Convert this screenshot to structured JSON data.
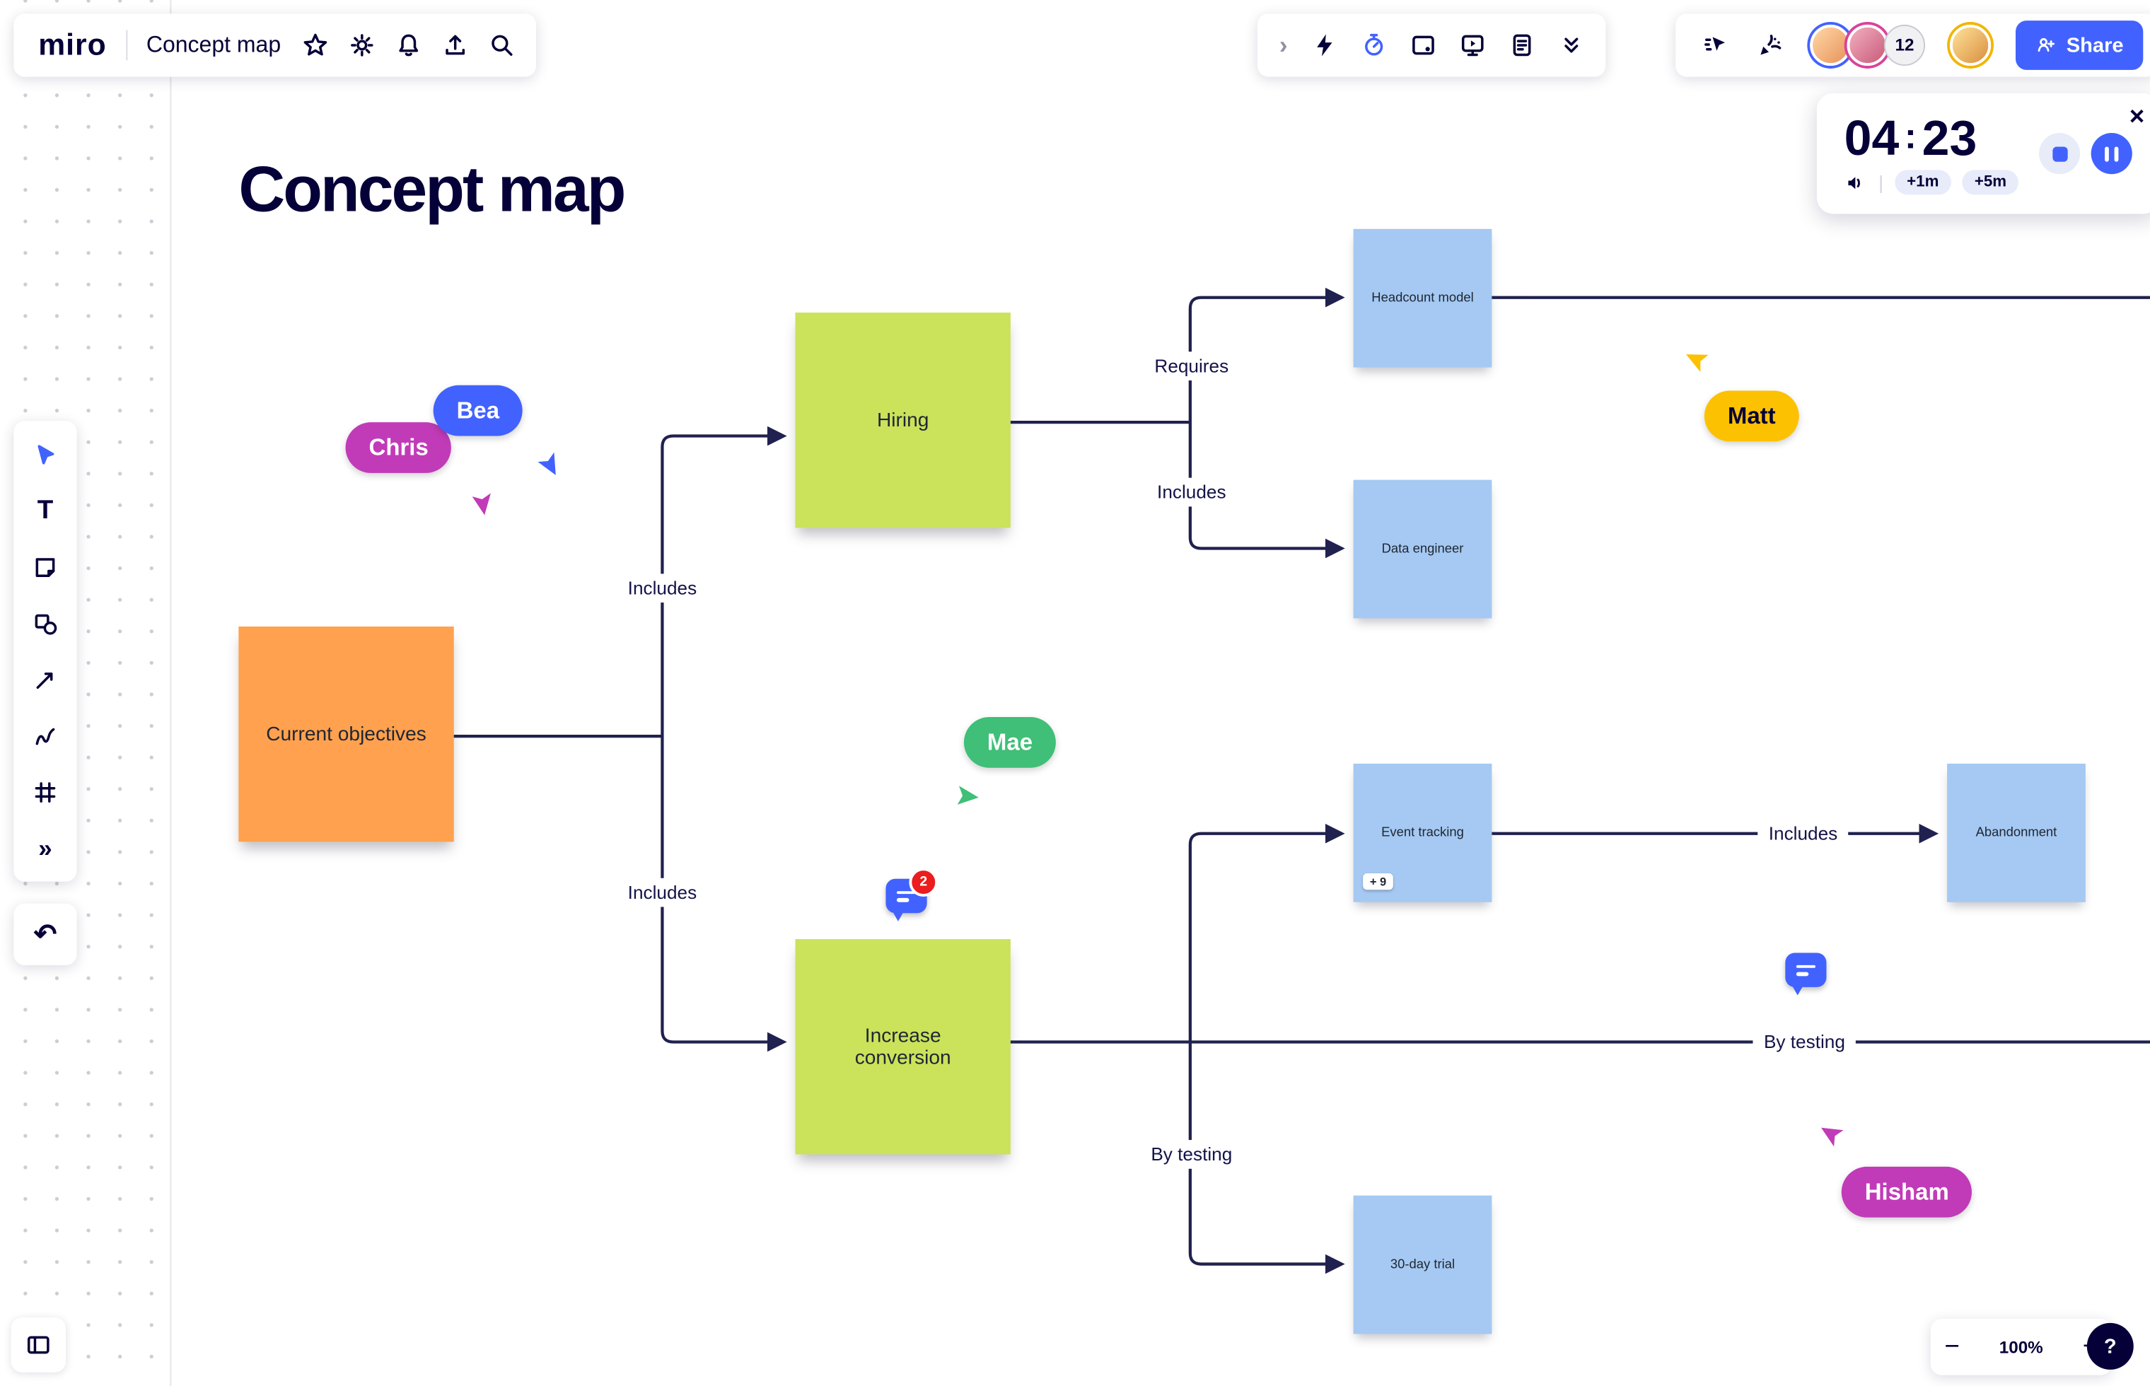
{
  "colors": {
    "accent_blue": "#4262FF",
    "navy": "#050038",
    "sticky_orange": "#FFA14E",
    "sticky_green": "#CBE25B",
    "card_blue": "#A5C9F2",
    "pill_magenta": "#C13BB8",
    "pill_yellow": "#FCC100",
    "pill_green": "#3FBF77",
    "badge_red": "#EB1D1D",
    "connector": "#20214F"
  },
  "icons": {
    "collapse": "›",
    "text_tool": "T",
    "more_tools": "»",
    "undo": "↶",
    "close": "×",
    "zoom_out": "−",
    "zoom_in": "+",
    "help": "?",
    "divider": "|"
  },
  "header": {
    "logo": "miro",
    "board_title": "Concept map"
  },
  "presence": {
    "count": "12",
    "share_label": "Share"
  },
  "timer": {
    "minutes": "04",
    "colon": ":",
    "seconds": "23",
    "add_one_label": "+1m",
    "add_five_label": "+5m"
  },
  "zoom": {
    "value": "100%"
  },
  "canvas": {
    "frame_title": "Concept map",
    "nodes": [
      {
        "id": "current-objectives",
        "text": "Current objectives"
      },
      {
        "id": "hiring",
        "text": "Hiring"
      },
      {
        "id": "increase-conversion",
        "text": "Increase conversion"
      },
      {
        "id": "headcount-model",
        "text": "Headcount model"
      },
      {
        "id": "data-engineer",
        "text": "Data engineer"
      },
      {
        "id": "event-tracking",
        "text": "Event tracking",
        "tag": "+ 9"
      },
      {
        "id": "abandonment",
        "text": "Abandonment"
      },
      {
        "id": "thirty-day-trial",
        "text": "30-day trial"
      }
    ],
    "edge_labels": [
      {
        "text": "Includes"
      },
      {
        "text": "Includes"
      },
      {
        "text": "Requires"
      },
      {
        "text": "Includes"
      },
      {
        "text": "Includes"
      },
      {
        "text": "By testing"
      },
      {
        "text": "By testing"
      }
    ],
    "collaborators": [
      {
        "name": "Bea",
        "color": "#4262FF"
      },
      {
        "name": "Chris",
        "color": "#C13BB8"
      },
      {
        "name": "Matt",
        "color": "#FCC100"
      },
      {
        "name": "Mae",
        "color": "#3FBF77"
      },
      {
        "name": "Hisham",
        "color": "#C13BB8"
      }
    ],
    "comments": [
      {
        "badge": "2"
      }
    ]
  }
}
